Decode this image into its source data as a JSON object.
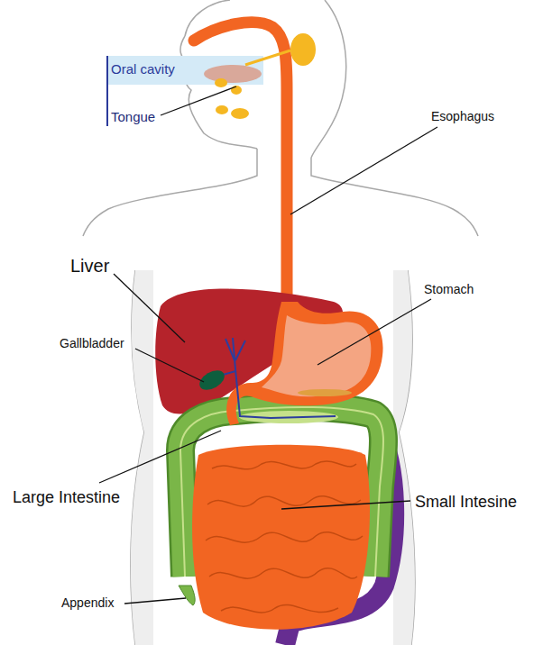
{
  "diagram": {
    "labels": [
      "Oral cavity",
      "Tongue",
      "Esophagus",
      "Liver",
      "Stomach",
      "Gallbladder",
      "Large Intestine",
      "Small Intesine",
      "Appendix"
    ]
  }
}
